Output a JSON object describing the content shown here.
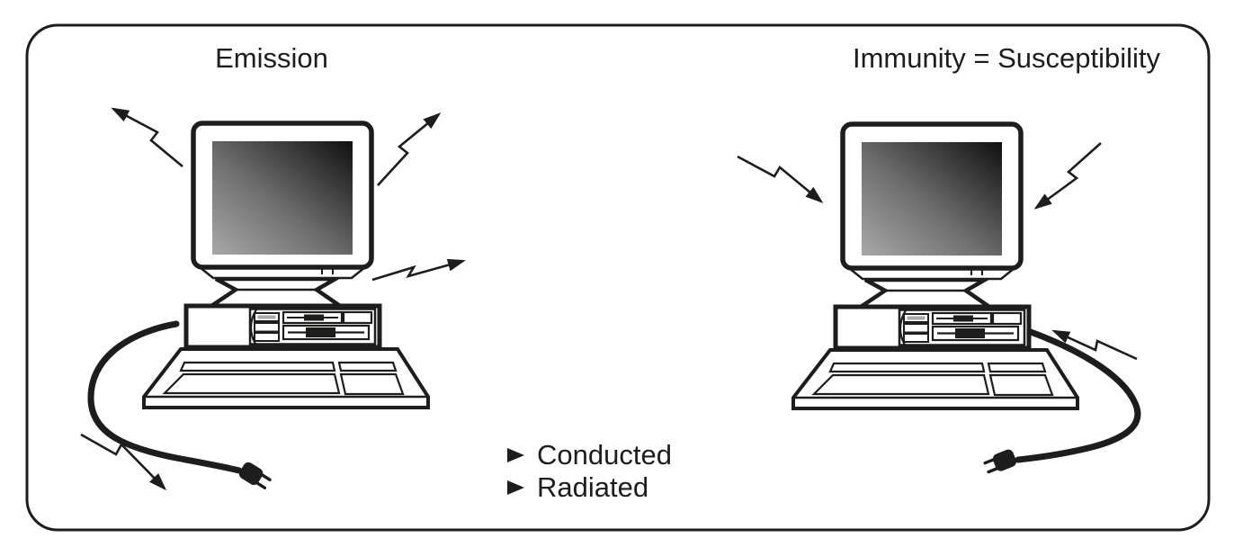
{
  "figure": {
    "kind": "EMC emission and immunity concept diagram",
    "background": "#ffffff",
    "ink_color": "#1d1d1b",
    "screen_gradient": {
      "light": "#a8a8a8",
      "mid": "#6e6e6e",
      "dark": "#101010"
    }
  },
  "titles": {
    "left": "Emission",
    "right": "Immunity = Susceptibility"
  },
  "panels": {
    "left": {
      "subject": "desktop computer with CRT monitor, keyboard and power cord",
      "arrow_meaning": "lightning arrows point away from the computer (radiated emission); one arrow follows the power cord (conducted emission)"
    },
    "right": {
      "subject": "desktop computer with CRT monitor, keyboard and power cord",
      "arrow_meaning": "lightning arrows point toward the computer (radiated immunity); one arrow points into the power cord (conducted immunity)"
    }
  },
  "legend": {
    "bullet_icon": "right-pointing-triangle",
    "items": [
      {
        "label": "Conducted"
      },
      {
        "label": "Radiated"
      }
    ]
  }
}
